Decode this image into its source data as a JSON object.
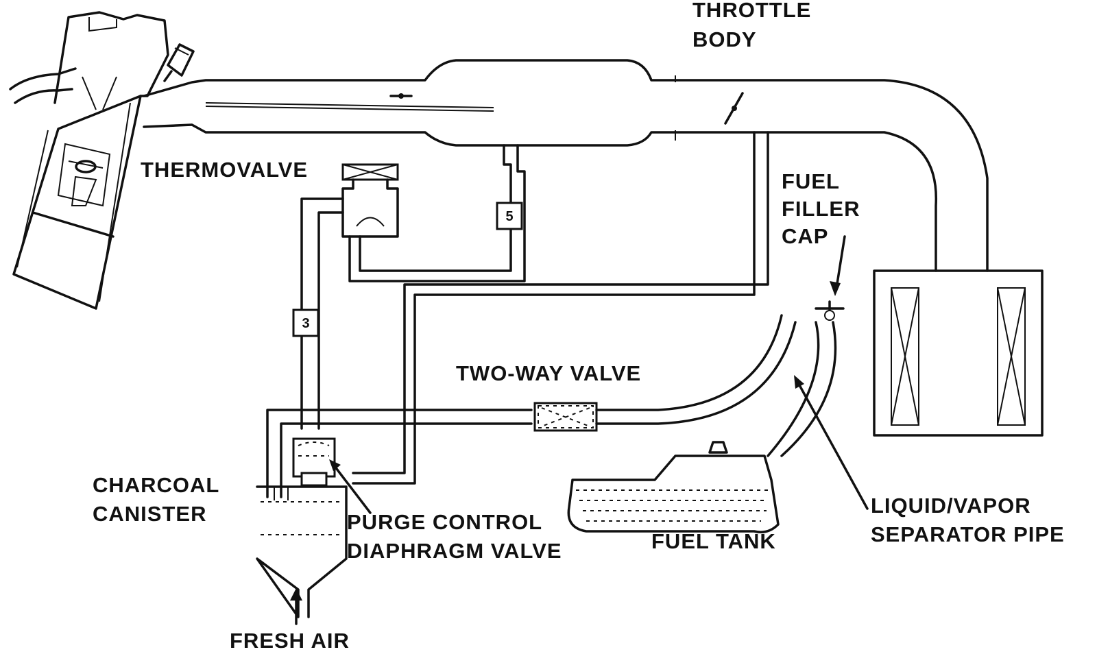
{
  "labels": {
    "throttle_body": [
      "THROTTLE",
      "BODY"
    ],
    "thermovalve": "THERMOVALVE",
    "fuel_filler_cap": [
      "FUEL",
      "FILLER",
      "CAP"
    ],
    "two_way_valve": "TWO-WAY VALVE",
    "charcoal_canister": [
      "CHARCOAL",
      "CANISTER"
    ],
    "purge_control_valve": [
      "PURGE CONTROL",
      "DIAPHRAGM VALVE"
    ],
    "fuel_tank": "FUEL TANK",
    "separator_pipe": [
      "LIQUID/VAPOR",
      "SEPARATOR PIPE"
    ],
    "fresh_air": "FRESH AIR"
  },
  "hose_markers": {
    "hose_3": "3",
    "hose_5": "5"
  },
  "colors": {
    "ink": "#111111",
    "paper": "#ffffff"
  }
}
